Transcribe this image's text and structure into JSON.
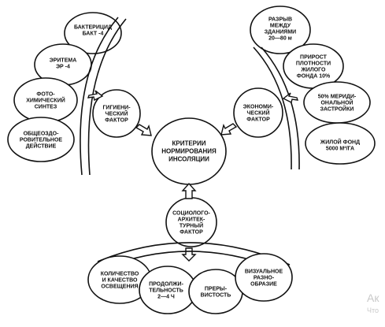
{
  "diagram": {
    "center": [
      "КРИТЕРИИ",
      "НОРМИРОВАНИЯ",
      "ИНСОЛЯЦИИ"
    ],
    "factors": {
      "hygienic": [
        "ГИГИЕНИ-",
        "ЧЕСКИЙ",
        "ФАКТОР"
      ],
      "economic": [
        "ЭКОНОМИ-",
        "ЧЕСКИЙ",
        "ФАКТОР"
      ],
      "socio": [
        "СОЦИОЛОГО-",
        "АРХИТЕК-",
        "ТУРНЫЙ",
        "ФАКТОР"
      ]
    },
    "hygienic_items": [
      [
        "БАКТЕРИЦИД",
        "БАКТ -4"
      ],
      [
        "ЭРИТЕМА",
        "ЭР -4"
      ],
      [
        "ФОТО-",
        "ХИМИЧЕСКИЙ",
        "СИНТЕЗ"
      ],
      [
        "ОБЩЕОЗДО-",
        "РОВИТЕЛЬНОЕ",
        "ДЕЙСТВИЕ"
      ]
    ],
    "economic_items": [
      [
        "РАЗРЫВ",
        "МЕЖДУ",
        "ЗДАНИЯМИ",
        "20—80 м"
      ],
      [
        "ПРИРОСТ",
        "ПЛОТНОСТИ",
        "ЖИЛОГО",
        "ФОНДА 10%"
      ],
      [
        "50% МЕРИДИ-",
        "ОНАЛЬНОЙ",
        "ЗАСТРОЙКИ"
      ],
      [
        "ЖИЛОЙ ФОНД",
        "5000 М²/ГА"
      ]
    ],
    "socio_items": [
      [
        "КОЛИЧЕСТВО",
        "И КАЧЕСТВО",
        "ОСВЕЩЕНИЯ"
      ],
      [
        "ПРОДОЛЖИ-",
        "ТЕЛЬНОСТЬ",
        "2—4 Ч"
      ],
      [
        "ПРЕРЫ-",
        "ВИСТОСТЬ"
      ],
      [
        "ВИЗУАЛЬНОЕ",
        "РАЗНО-",
        "ОБРАЗИЕ"
      ]
    ]
  },
  "watermark": {
    "line1": "Ак",
    "line2": "Что"
  }
}
